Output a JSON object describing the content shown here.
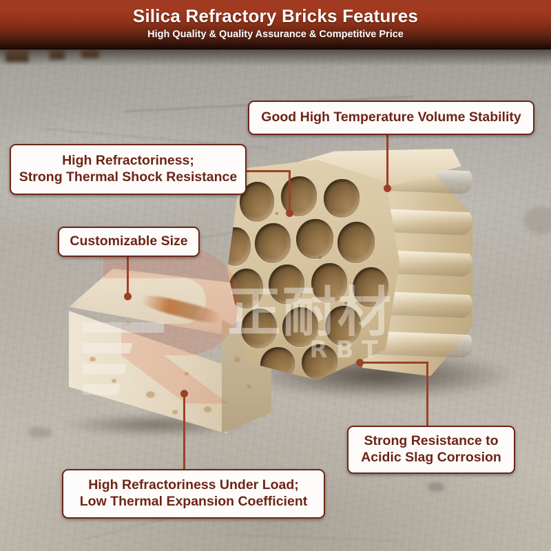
{
  "banner": {
    "title": "Silica Refractory Bricks Features",
    "subtitle": "High Quality & Quality Assurance & Competitive Price",
    "bg_color_top": "#a33a20",
    "bg_color_bottom": "#150704",
    "text_color": "#ffffff"
  },
  "theme": {
    "label_border_color": "#6e2417",
    "label_text_color": "#6e2417",
    "label_bg_color": "#fdfcfa",
    "connector_color": "#9c4026"
  },
  "labels": [
    {
      "id": "good-high-temperature-volume-stability",
      "lines": [
        "Good High Temperature Volume Stability"
      ]
    },
    {
      "id": "high-refractoriness-thermal-shock",
      "lines": [
        "High Refractoriness;",
        "Strong Thermal Shock Resistance"
      ]
    },
    {
      "id": "customizable-size",
      "lines": [
        "Customizable Size"
      ]
    },
    {
      "id": "strong-resistance-acidic-slag",
      "lines": [
        "Strong Resistance to",
        "Acidic Slag Corrosion"
      ]
    },
    {
      "id": "high-refractoriness-under-load",
      "lines": [
        "High Refractoriness Under Load;",
        "Low Thermal Expansion Coefficient"
      ]
    }
  ],
  "watermark": {
    "logo_letter": "R",
    "chinese_text": "正耐材",
    "latin_text": "RBT"
  },
  "photo": {
    "subject_left": "rectangular silica refractory brick",
    "subject_right": "checker silica refractory brick with round holes",
    "background": "grey concrete factory floor"
  }
}
